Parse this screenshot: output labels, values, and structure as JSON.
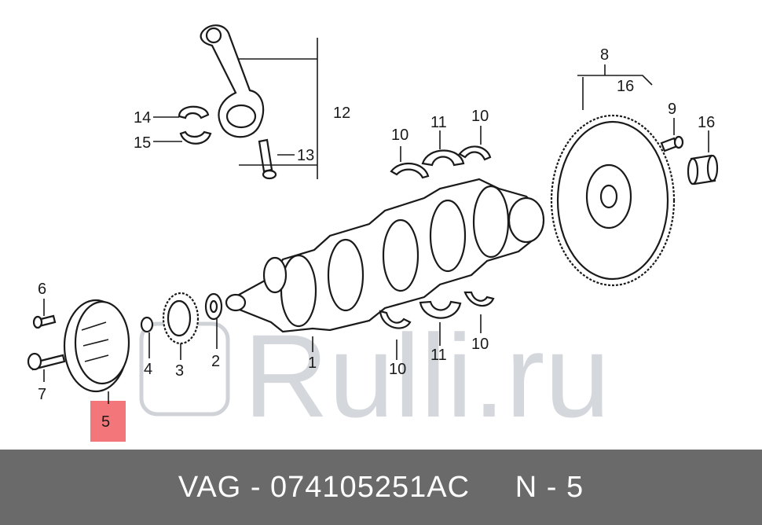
{
  "callouts": {
    "c1": "1",
    "c2": "2",
    "c3": "3",
    "c4": "4",
    "c5": "5",
    "c6": "6",
    "c7": "7",
    "c8": "8",
    "c9": "9",
    "c10a": "10",
    "c10b": "10",
    "c10c": "10",
    "c10d": "10",
    "c11a": "11",
    "c11b": "11",
    "c12": "12",
    "c13": "13",
    "c14": "14",
    "c15": "15",
    "c16a": "16",
    "c16b": "16"
  },
  "highlight": {
    "part": "5",
    "color": "#f3767a"
  },
  "watermark": {
    "text": "Rulli.ru"
  },
  "footer": {
    "text": "VAG - 074105251AC     N - 5",
    "background": "#6a6a6a"
  }
}
